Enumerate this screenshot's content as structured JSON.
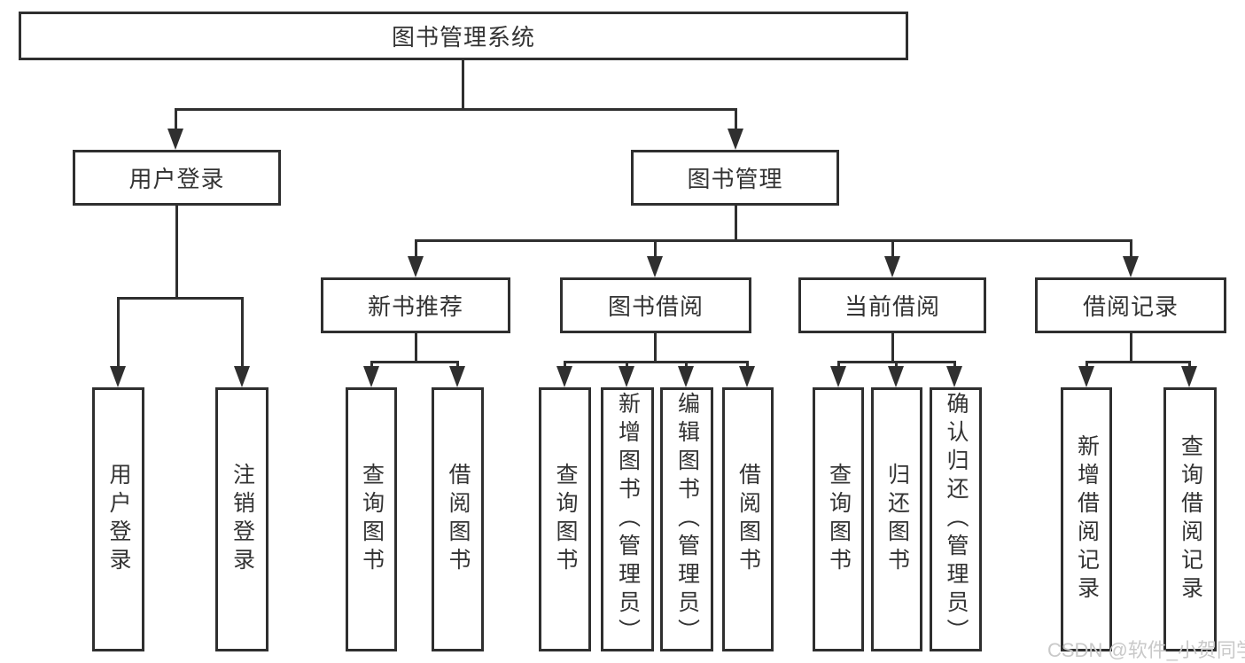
{
  "diagram": {
    "title": "图书管理系统",
    "level2": {
      "user_login": "用户登录",
      "book_mgmt": "图书管理"
    },
    "level3": {
      "new_book": "新书推荐",
      "borrow": "图书借阅",
      "current": "当前借阅",
      "records": "借阅记录"
    },
    "leaves": {
      "user_login_login": "用户登录",
      "user_login_logout": "注销登录",
      "new_book_query": "查询图书",
      "new_book_borrow": "借阅图书",
      "borrow_query": "查询图书",
      "borrow_add": "新增图书（管理员）",
      "borrow_edit": "编辑图书（管理员）",
      "borrow_borrow": "借阅图书",
      "current_query": "查询图书",
      "current_return": "归还图书",
      "current_confirm": "确认归还（管理员）",
      "records_add": "新增借阅记录",
      "records_query": "查询借阅记录"
    }
  },
  "watermark": "CSDN @软件_小贺同学",
  "colors": {
    "line": "#2f2f2f",
    "text": "#333333",
    "watermark": "#c9c9c9",
    "bg": "#ffffff"
  }
}
